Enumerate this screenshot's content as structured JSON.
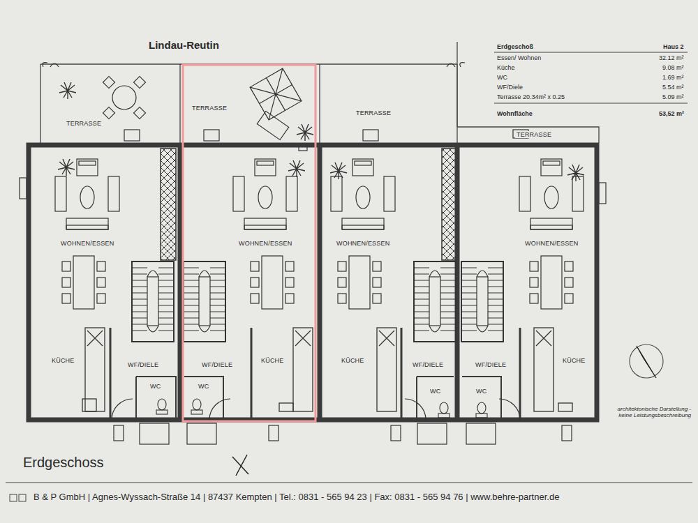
{
  "diagram": {
    "title": "Lindau-Reutin",
    "caption": "Erdgeschoss",
    "labels": [
      "Erdgeschoß",
      "Haus 2",
      "Essen/ Wohnen",
      "32.12 m²",
      "Küche",
      "9.08 m²",
      "WC",
      "1.69 m²",
      "WF/Diele",
      "5.54 m²",
      "Terrasse 20.34m² x 0.25",
      "5.09 m²",
      "Wohnfläche",
      "53,52 m²",
      "TERRASSE",
      "TERRASSE",
      "TERRASSE",
      "TERRASSE",
      "WOHNEN/ESSEN",
      "WOHNEN/ESSEN",
      "WOHNEN/ESSEN",
      "WOHNEN/ESSEN",
      "KÜCHE",
      "KÜCHE",
      "KÜCHE",
      "KÜCHE",
      "WF/DIELE",
      "WF/DIELE",
      "WF/DIELE",
      "WF/DIELE",
      "WC",
      "WC",
      "WC",
      "WC",
      "architektonische Darstellung - keine Leistungsbeschreibung",
      "B & P GmbH | Agnes-Wyssach-Straße 14 | 87437 Kempten | Tel.: 0831 - 565 94 23 | Fax: 0831 - 565 94 76 | www.behre-partner.de"
    ]
  }
}
